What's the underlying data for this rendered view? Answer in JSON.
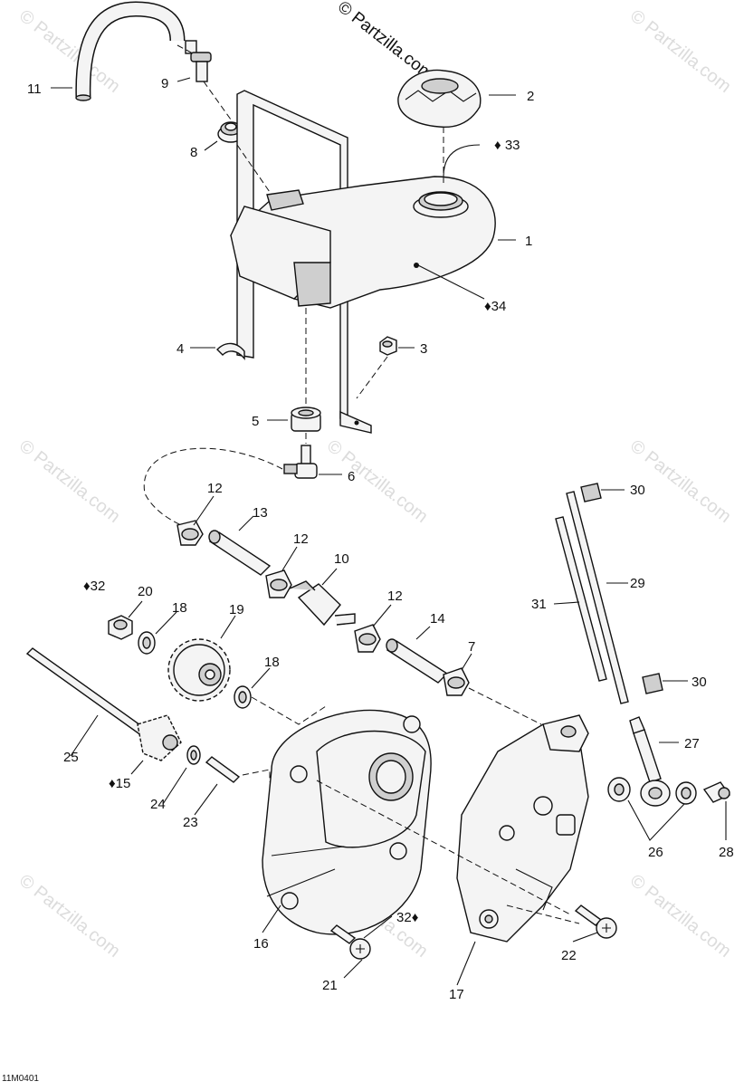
{
  "copyright": "© Partzilla.com",
  "watermark": "© Partzilla.com",
  "diagram_code": "11M0401",
  "callouts": {
    "c1": "1",
    "c2": "2",
    "c3": "3",
    "c4": "4",
    "c5": "5",
    "c6": "6",
    "c7": "7",
    "c8": "8",
    "c9": "9",
    "c10": "10",
    "c11": "11",
    "c12a": "12",
    "c12b": "12",
    "c12c": "12",
    "c13": "13",
    "c14": "14",
    "c15": "15",
    "c16": "16",
    "c17": "17",
    "c18a": "18",
    "c18b": "18",
    "c19": "19",
    "c20": "20",
    "c21": "21",
    "c22": "22",
    "c23": "23",
    "c24": "24",
    "c25": "25",
    "c26": "26",
    "c27": "27",
    "c28": "28",
    "c29": "29",
    "c30a": "30",
    "c30b": "30",
    "c31": "31",
    "c32a": "32",
    "c32b": "32",
    "c33": "33",
    "c34": "34"
  },
  "colors": {
    "line": "#111111",
    "fill": "#f4f4f4",
    "shade": "#cfcfcf",
    "watermark": "#dcdcdc"
  }
}
